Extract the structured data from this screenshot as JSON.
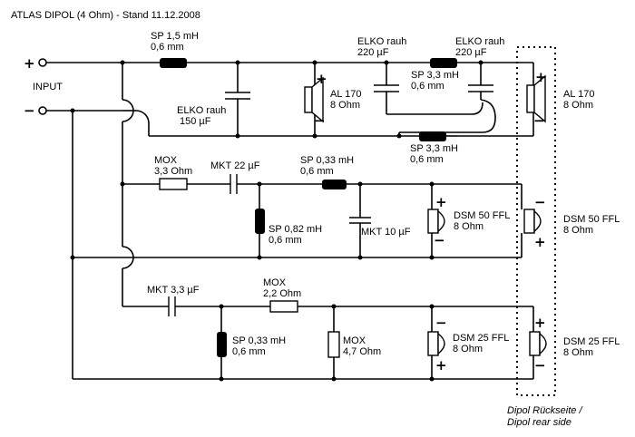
{
  "title": "ATLAS DIPOL (4 Ohm)  -  Stand 11.12.2008",
  "input": {
    "label": "INPUT",
    "plus": "+",
    "minus": "−"
  },
  "components": {
    "sp1": {
      "name": "SP 1,5 mH",
      "value": "0,6 mm"
    },
    "elko1": {
      "name": "ELKO rauh",
      "value": "150 µF"
    },
    "al170_front": {
      "name": "AL 170",
      "value": "8 Ohm"
    },
    "elko2": {
      "name": "ELKO rauh",
      "value": "220 µF"
    },
    "elko3": {
      "name": "ELKO rauh",
      "value": "220 µF"
    },
    "sp2": {
      "name": "SP 3,3 mH",
      "value": "0,6 mm"
    },
    "sp3": {
      "name": "SP 3,3 mH",
      "value": "0,6 mm"
    },
    "al170_rear": {
      "name": "AL 170",
      "value": "8 Ohm"
    },
    "mox1": {
      "name": "MOX",
      "value": "3,3 Ohm"
    },
    "mkt22": {
      "name": "MKT 22 µF"
    },
    "sp033a": {
      "name": "SP 0,33 mH",
      "value": "0,6 mm"
    },
    "sp082": {
      "name": "SP 0,82 mH",
      "value": "0,6 mm"
    },
    "mkt10": {
      "name": "MKT 10 µF"
    },
    "dsm50_front": {
      "name": "DSM 50 FFL",
      "value": "8 Ohm"
    },
    "dsm50_rear": {
      "name": "DSM 50 FFL",
      "value": "8 Ohm"
    },
    "mkt33": {
      "name": "MKT 3,3 µF"
    },
    "mox2": {
      "name": "MOX",
      "value": "2,2 Ohm"
    },
    "sp033b": {
      "name": "SP 0,33 mH",
      "value": "0,6 mm"
    },
    "mox3": {
      "name": "MOX",
      "value": "4,7 Ohm"
    },
    "dsm25_front": {
      "name": "DSM 25 FFL",
      "value": "8 Ohm"
    },
    "dsm25_rear": {
      "name": "DSM 25 FFL",
      "value": "8 Ohm"
    }
  },
  "polarity": {
    "plus": "+",
    "minus": "−"
  },
  "rear_caption": {
    "line1": "Dipol Rückseite /",
    "line2": "Dipol rear side"
  }
}
